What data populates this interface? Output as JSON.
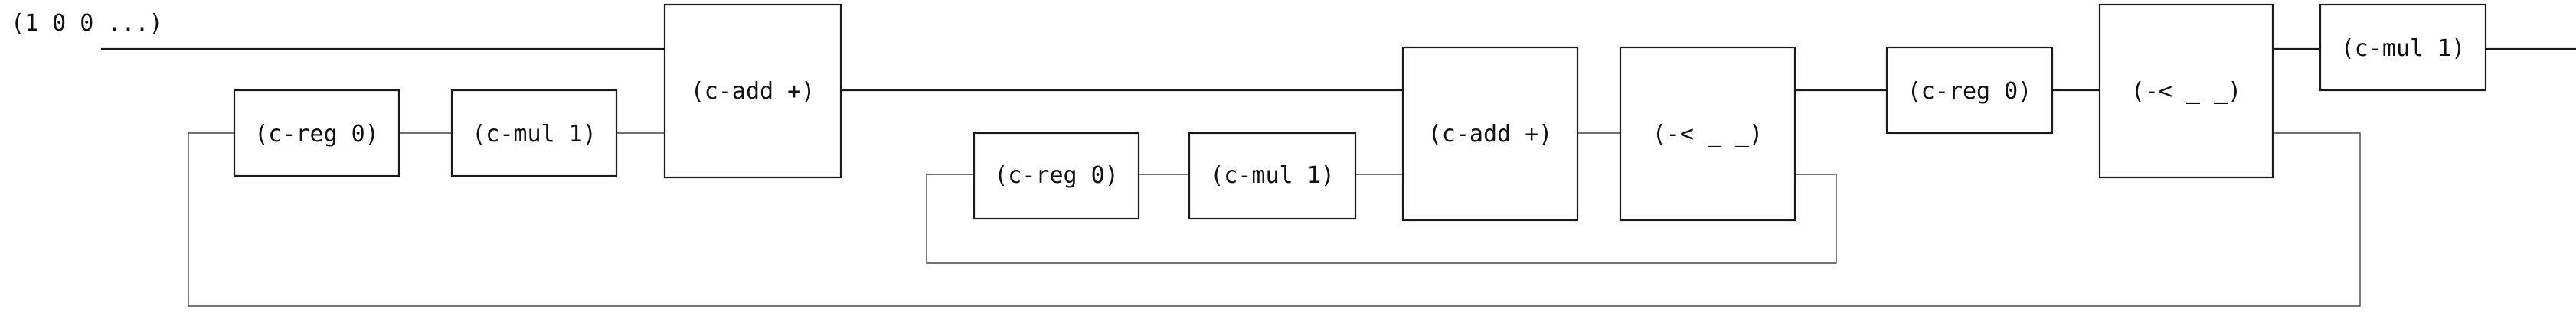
{
  "input_label": "(1 0 0 ...)",
  "blocks": {
    "creg_a": "(c-reg 0)",
    "cmul_a": "(c-mul 1)",
    "cadd_a": "(c-add +)",
    "creg_b": "(c-reg 0)",
    "cmul_b": "(c-mul 1)",
    "cadd_b": "(c-add +)",
    "fork_b": "(-< _ _)",
    "creg_c": "(c-reg 0)",
    "fork_c": "(-< _ _)",
    "cmul_c": "(c-mul 1)"
  }
}
